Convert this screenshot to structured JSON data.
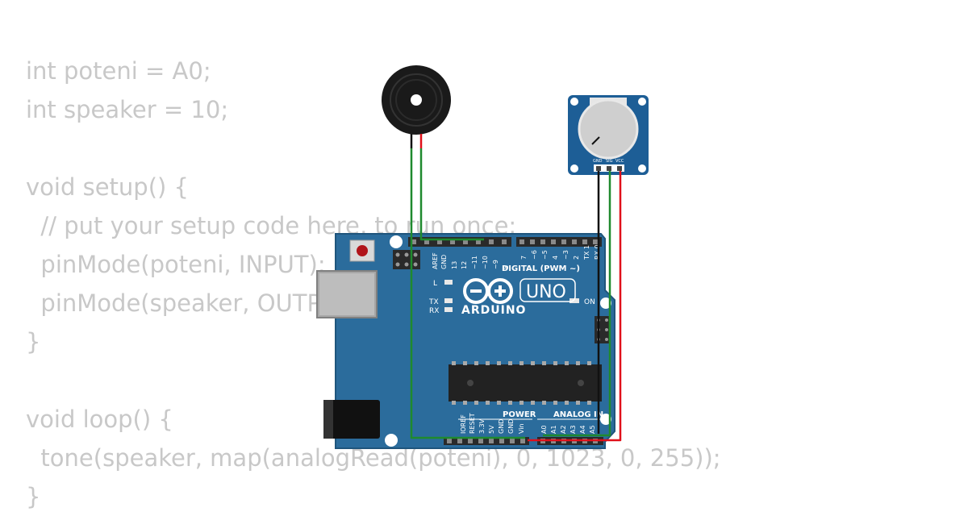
{
  "code_lines": [
    "int poteni = A0;",
    "int speaker = 10;",
    "",
    "void setup() {",
    "  // put your setup code here, to run once:",
    "  pinMode(poteni, INPUT);",
    "  pinMode(speaker, OUTPUT);",
    "}",
    "",
    "void loop() {",
    "  tone(speaker, map(analogRead(poteni), 0, 1023, 0, 255));",
    "}"
  ],
  "board": {
    "brand": "ARDUINO",
    "model": "UNO",
    "digital_label": "DIGITAL (PWM ~)",
    "power_label": "POWER",
    "analog_label": "ANALOG IN",
    "on_label": "ON",
    "led_l": "L",
    "led_tx": "TX",
    "led_rx": "RX",
    "header_pins_top": [
      "AREF",
      "GND",
      "13",
      "12",
      "~11",
      "~10",
      "~9",
      "8"
    ],
    "header_pins_top2": [
      "7",
      "~6",
      "~5",
      "4",
      "~3",
      "2",
      "TX 1",
      "RX 0"
    ],
    "power_pins": [
      "IOREF",
      "RESET",
      "3.3V",
      "5V",
      "GND",
      "GND",
      "Vin"
    ],
    "analog_pins": [
      "A0",
      "A1",
      "A2",
      "A3",
      "A4",
      "A5"
    ]
  },
  "potentiometer": {
    "pins": [
      "GND",
      "SIG",
      "VCC"
    ]
  },
  "colors": {
    "code_text": "#c8c8c8",
    "board_blue": "#2b6c9c",
    "wire_green": "#1f8a2e",
    "wire_red": "#e0101a",
    "wire_black": "#111111",
    "pot_blue": "#1d5e96"
  }
}
